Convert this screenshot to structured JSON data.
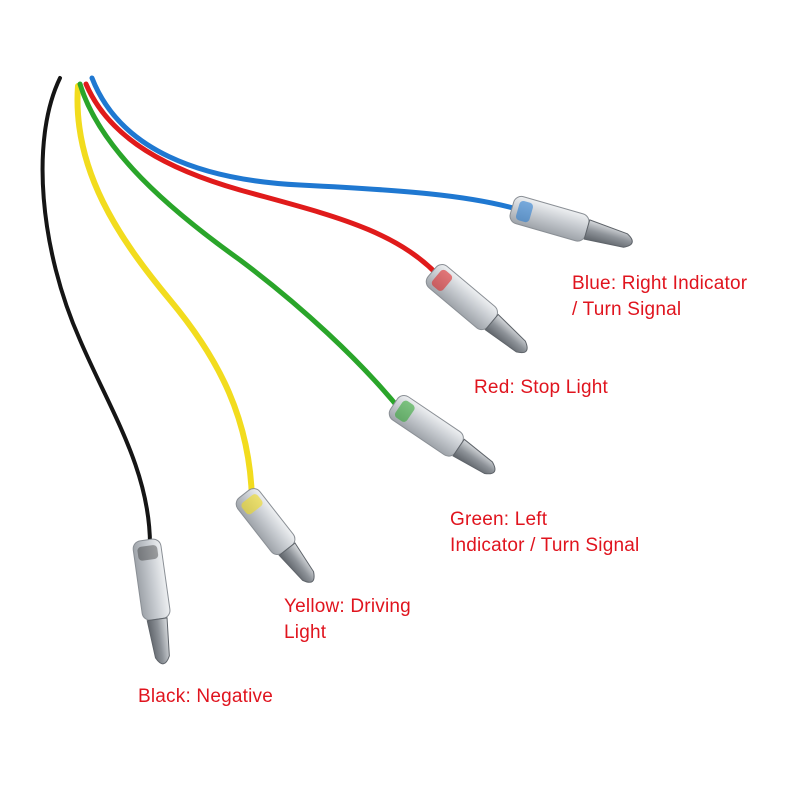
{
  "colors": {
    "background": "#ffffff",
    "label_text": "#e0141e",
    "wire_blue": "#1f78d1",
    "wire_red": "#e01b1b",
    "wire_green": "#2aa52a",
    "wire_yellow": "#f2dc1e",
    "wire_black": "#151515",
    "connector_body": "#c7cbd0",
    "connector_tip": "#8f949a"
  },
  "wires": [
    {
      "name": "blue",
      "color": "#1f78d1",
      "label_lines": [
        "Blue: Right Indicator",
        "/ Turn Signal"
      ]
    },
    {
      "name": "red",
      "color": "#e01b1b",
      "label_lines": [
        "Red: Stop Light"
      ]
    },
    {
      "name": "green",
      "color": "#2aa52a",
      "label_lines": [
        "Green: Left",
        "Indicator / Turn Signal"
      ]
    },
    {
      "name": "yellow",
      "color": "#f2dc1e",
      "label_lines": [
        "Yellow: Driving",
        "Light"
      ]
    },
    {
      "name": "black",
      "color": "#151515",
      "label_lines": [
        "Black: Negative"
      ]
    }
  ]
}
